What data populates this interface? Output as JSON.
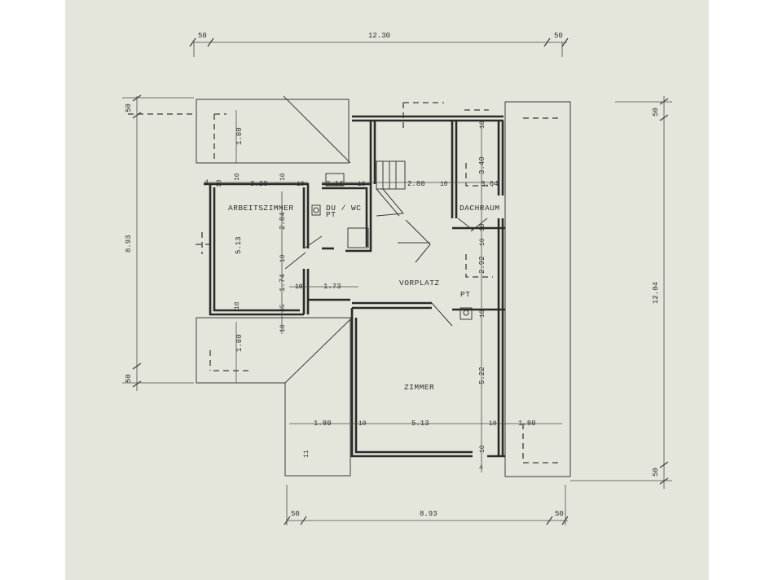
{
  "rooms": {
    "arbeitszimmer": "ARBEITSZIMMER",
    "du_wc": "DU / WC",
    "du_wc_pt": "PT",
    "dachraum": "DACHRAUM",
    "vorplatz": "VORPLATZ",
    "vorplatz_pt": "PT",
    "zimmer": "ZIMMER"
  },
  "dimensions": {
    "top_left_50": "50",
    "top_total": "12.30",
    "top_right_50": "50",
    "bottom_left_50": "50",
    "bottom_total": "8.93",
    "bottom_right_50": "50",
    "left_top_50": "50",
    "left_total": "8.93",
    "left_bottom_50": "50",
    "right_top_50": "50",
    "right_total": "12.04",
    "right_bottom_50": "50",
    "balcony_tl_180": "1.80",
    "balcony_bl_180": "1.80",
    "arbeit_4": "4",
    "arbeit_10a": "10",
    "arbeit_10b": "10",
    "arbeit_320": "3.20",
    "arbeit_10c": "10",
    "arbeit_10d": "10",
    "arbeit_513": "5.13",
    "arbeit_284": "2.84",
    "arbeit_10e": "10",
    "arbeit_10f": "10",
    "arbeit_45": "45",
    "arbeit_10g": "10",
    "arbeit_10h": "10",
    "wc_216": "2.16",
    "wc_16": "16",
    "stair_280": "2.80",
    "stair_10": "10",
    "dach_10a": "10",
    "dach_340": "3.40",
    "dach_364": "3.64",
    "dach_10b": "10",
    "dach_10c": "10",
    "dach_292": "2.92",
    "vor_174": "1.74",
    "vor_10": "10",
    "vor_173": "1.73",
    "zim_10r": "10",
    "zim_522": "5.22",
    "zim_180l": "1.80",
    "zim_10a": "10",
    "zim_513": "5.13",
    "zim_10b": "10",
    "zim_180r": "1.80",
    "zim_10c": "10",
    "zim_4": "4",
    "zim_stairs": "11"
  }
}
